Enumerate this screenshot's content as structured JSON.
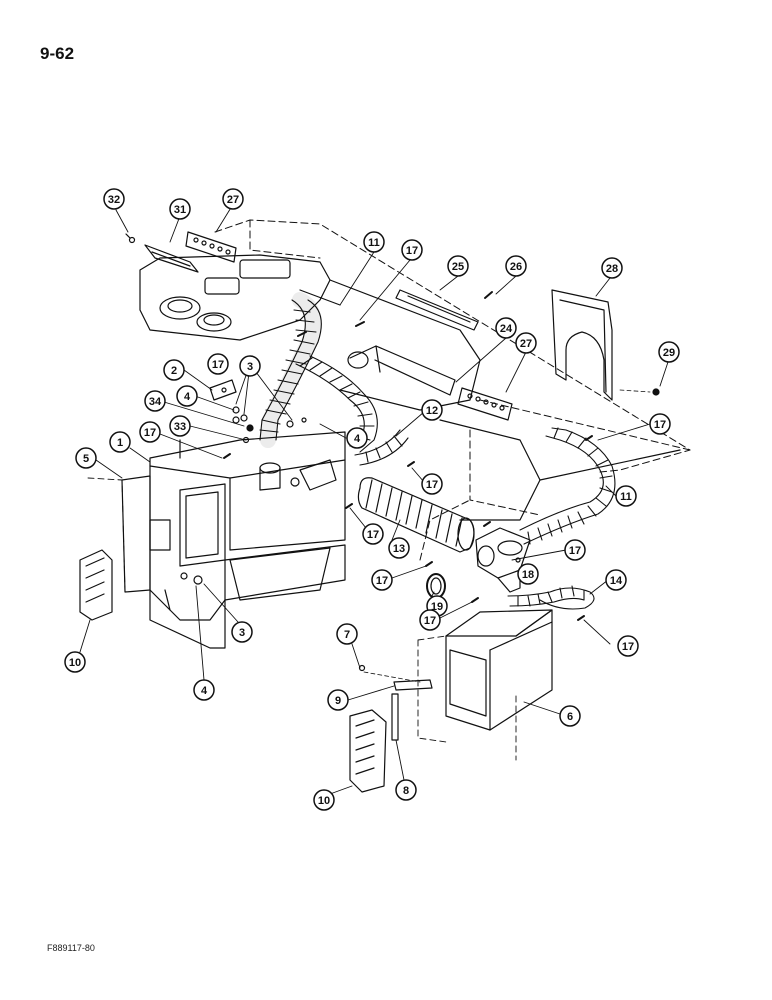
{
  "page": {
    "page_number": "9-62",
    "figure_code": "F889117-80"
  },
  "callouts": [
    {
      "id": "c32",
      "label": "32"
    },
    {
      "id": "c31",
      "label": "31"
    },
    {
      "id": "c27a",
      "label": "27"
    },
    {
      "id": "c11a",
      "label": "11"
    },
    {
      "id": "c17a",
      "label": "17"
    },
    {
      "id": "c25",
      "label": "25"
    },
    {
      "id": "c26",
      "label": "26"
    },
    {
      "id": "c28",
      "label": "28"
    },
    {
      "id": "c24",
      "label": "24"
    },
    {
      "id": "c27b",
      "label": "27"
    },
    {
      "id": "c29",
      "label": "29"
    },
    {
      "id": "c17b",
      "label": "17"
    },
    {
      "id": "c2",
      "label": "2"
    },
    {
      "id": "c3a",
      "label": "3"
    },
    {
      "id": "c4a",
      "label": "4"
    },
    {
      "id": "c34",
      "label": "34"
    },
    {
      "id": "c33",
      "label": "33"
    },
    {
      "id": "c17c",
      "label": "17"
    },
    {
      "id": "c1",
      "label": "1"
    },
    {
      "id": "c5",
      "label": "5"
    },
    {
      "id": "c4b",
      "label": "4"
    },
    {
      "id": "c12",
      "label": "12"
    },
    {
      "id": "c17d",
      "label": "17"
    },
    {
      "id": "c17e",
      "label": "17"
    },
    {
      "id": "c11b",
      "label": "11"
    },
    {
      "id": "c17f",
      "label": "17"
    },
    {
      "id": "c13",
      "label": "13"
    },
    {
      "id": "c17g",
      "label": "17"
    },
    {
      "id": "c17h",
      "label": "17"
    },
    {
      "id": "c18",
      "label": "18"
    },
    {
      "id": "c19",
      "label": "19"
    },
    {
      "id": "c14",
      "label": "14"
    },
    {
      "id": "c17i",
      "label": "17"
    },
    {
      "id": "c17j",
      "label": "17"
    },
    {
      "id": "c10a",
      "label": "10"
    },
    {
      "id": "c3b",
      "label": "3"
    },
    {
      "id": "c4c",
      "label": "4"
    },
    {
      "id": "c7",
      "label": "7"
    },
    {
      "id": "c9",
      "label": "9"
    },
    {
      "id": "c6",
      "label": "6"
    },
    {
      "id": "c10b",
      "label": "10"
    },
    {
      "id": "c8",
      "label": "8"
    }
  ]
}
